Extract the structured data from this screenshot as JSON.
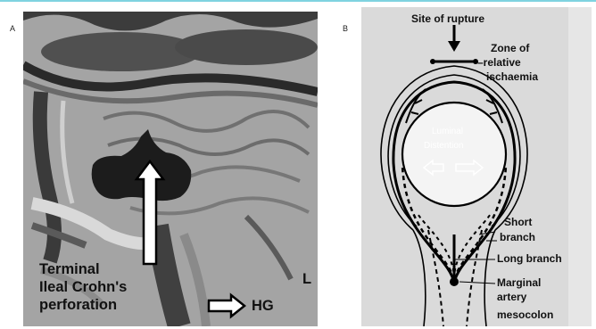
{
  "panel_a": {
    "letter": "A",
    "label_line1": "Terminal",
    "label_line2": "Ileal Crohn's",
    "label_line3": "perforation",
    "hg_label": "HG",
    "side_marker": "L"
  },
  "panel_b": {
    "letter": "B",
    "site_of_rupture": "Site of rupture",
    "zone_line1": "Zone of",
    "zone_line2": "–relative",
    "zone_line3": "ischaemia",
    "luminal_line1": "Luminal",
    "luminal_line2": "Distention",
    "short_line1": "Short",
    "short_line2": "branch",
    "long_branch": "Long branch",
    "marginal_line1": "Marginal",
    "marginal_line2": "artery",
    "mesocolon": "mesocolon"
  }
}
